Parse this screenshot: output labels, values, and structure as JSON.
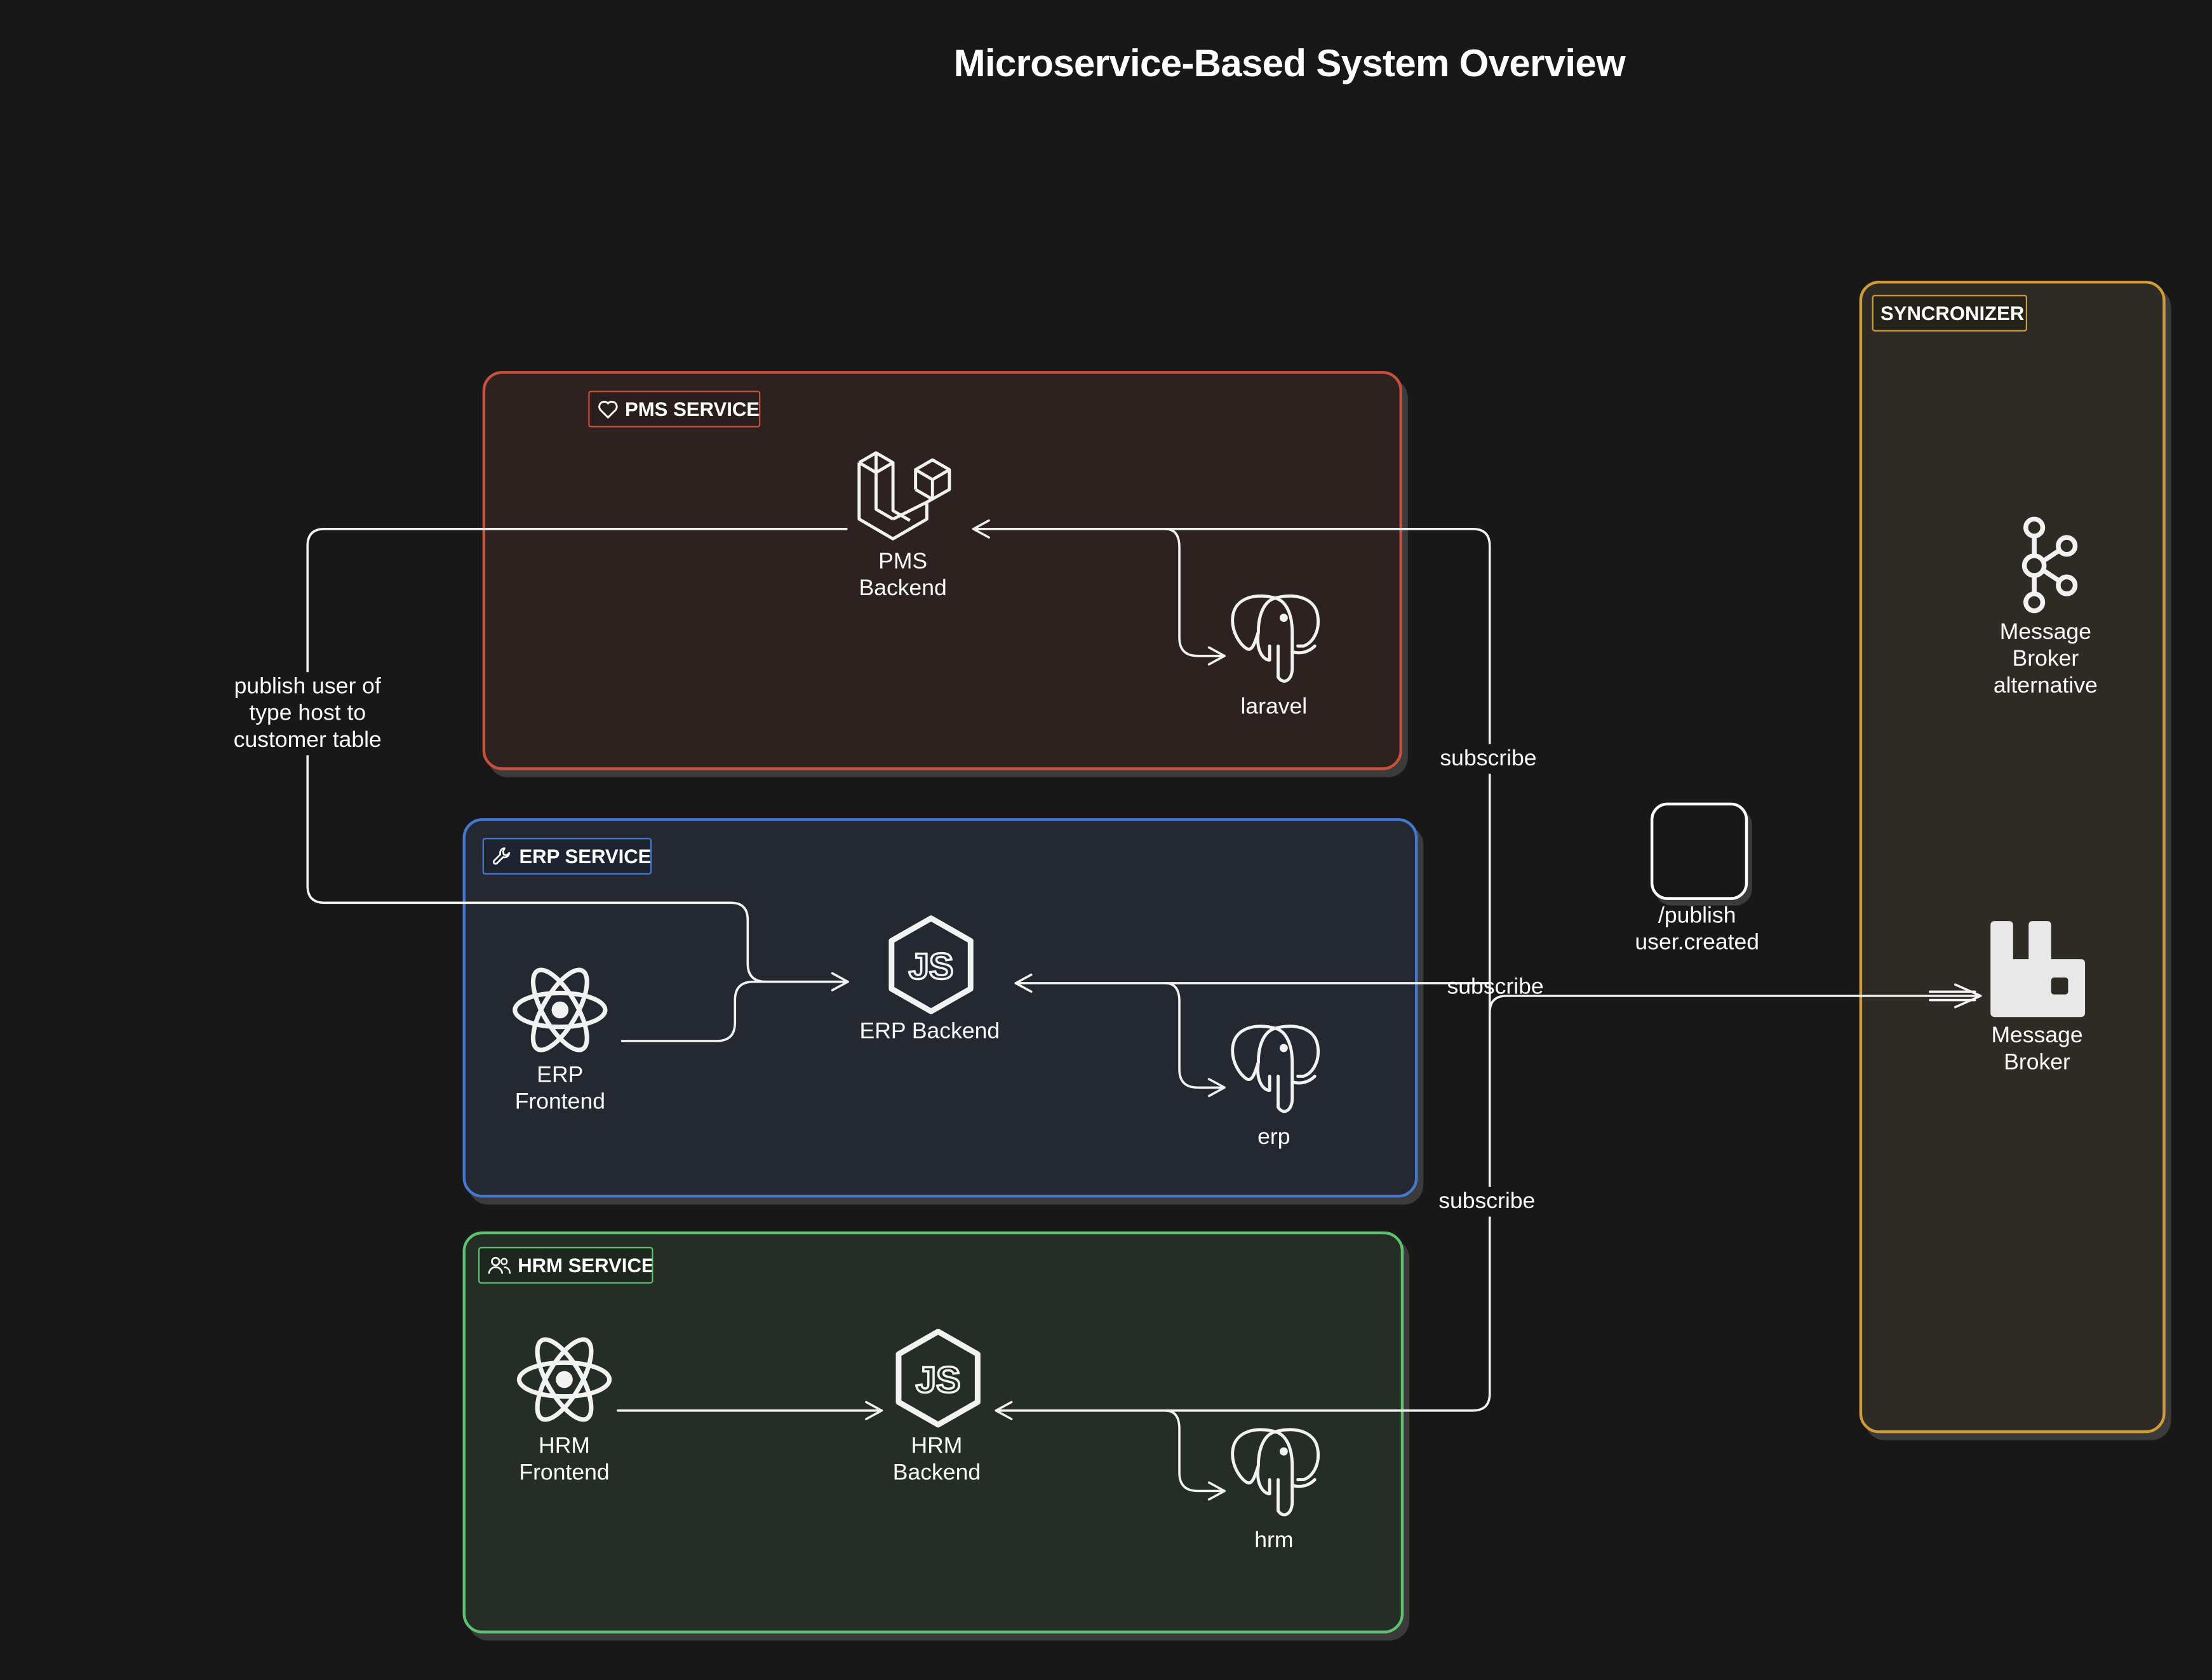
{
  "title": "Microservice-Based System Overview",
  "services": {
    "pms": {
      "label": "PMS SERVICE",
      "icon": "heart-icon",
      "color": "#c8503d"
    },
    "erp": {
      "label": "ERP SERVICE",
      "icon": "wrench-icon",
      "color": "#4678d2"
    },
    "hrm": {
      "label": "HRM SERVICE",
      "icon": "users-icon",
      "color": "#5fc070"
    },
    "sync": {
      "label": "SYNCRONIZER",
      "color": "#d29b3a"
    }
  },
  "nodes": {
    "pms_backend": {
      "line1": "PMS",
      "line2": "Backend",
      "icon": "laravel-icon"
    },
    "laravel_db": {
      "label": "laravel",
      "icon": "postgresql-icon"
    },
    "erp_frontend": {
      "line1": "ERP",
      "line2": "Frontend",
      "icon": "react-icon"
    },
    "erp_backend": {
      "label": "ERP Backend",
      "icon": "nodejs-icon"
    },
    "erp_db": {
      "label": "erp",
      "icon": "postgresql-icon"
    },
    "hrm_frontend": {
      "line1": "HRM",
      "line2": "Frontend",
      "icon": "react-icon"
    },
    "hrm_backend": {
      "line1": "HRM",
      "line2": "Backend",
      "icon": "nodejs-icon"
    },
    "hrm_db": {
      "label": "hrm",
      "icon": "postgresql-icon"
    },
    "broker_alt": {
      "line1": "Message",
      "line2": "Broker",
      "line3": "alternative",
      "icon": "kafka-icon"
    },
    "broker": {
      "line1": "Message",
      "line2": "Broker",
      "icon": "rabbitmq-icon"
    },
    "publish": {
      "line1": "/publish",
      "line2": "user.created"
    }
  },
  "annotations": {
    "publish_note": {
      "line1": "publish  user of",
      "line2": "type host to",
      "line3": "customer table"
    },
    "subscribe_pms": "subscribe",
    "subscribe_erp": "subscribe",
    "subscribe_hrm": "subscribe"
  }
}
